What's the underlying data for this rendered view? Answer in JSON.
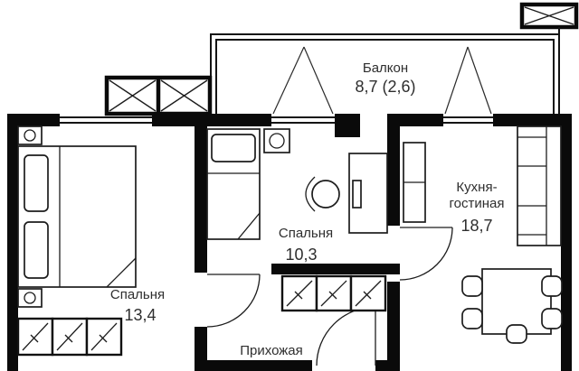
{
  "plan": {
    "balcony": {
      "name": "Балкон",
      "area": "8,7 (2,6)"
    },
    "bedroom_middle": {
      "name": "Спальня",
      "area": "10,3"
    },
    "bedroom_left": {
      "name": "Спальня",
      "area": "13,4"
    },
    "kitchen_living": {
      "name_line1": "Кухня-",
      "name_line2": "гостиная",
      "area": "18,7"
    },
    "hallway": {
      "name": "Прихожая"
    }
  },
  "colors": {
    "walls": "#0a0a0a",
    "lines": "#1c1c1c",
    "background": "#ffffff",
    "text": "#2e2e2e"
  }
}
